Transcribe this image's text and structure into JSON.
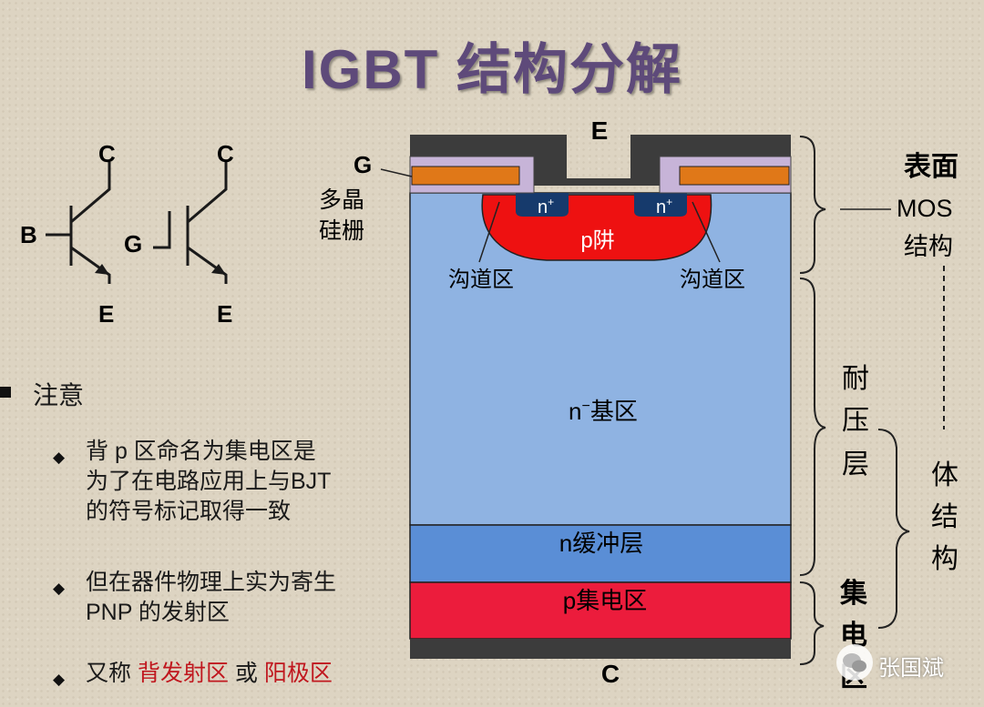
{
  "title": "IGBT 结构分解",
  "symbols": {
    "sym1": {
      "c": "C",
      "b": "B",
      "e": "E"
    },
    "sym2": {
      "c": "C",
      "g": "G",
      "e": "E"
    }
  },
  "notes": {
    "heading": "注意",
    "items": [
      {
        "line1": "背 p 区命名为集电区是",
        "line2": "为了在电路应用上与BJT",
        "line3": "的符号标记取得一致"
      },
      {
        "line1": "但在器件物理上实为寄生",
        "line2": "PNP 的发射区"
      },
      {
        "prefix": "又称 ",
        "hl1": "背发射区",
        "mid": " 或 ",
        "hl2": "阳极区"
      }
    ]
  },
  "structure": {
    "top_label": "E",
    "bottom_label": "C",
    "gate_label": "G",
    "poly_label_1": "多晶",
    "poly_label_2": "硅栅",
    "n_plus": "n",
    "n_plus_sup": "+",
    "p_well": "p阱",
    "channel_left": "沟道区",
    "channel_right": "沟道区",
    "n_base": "n",
    "n_base_sup": "−",
    "n_base_suffix": "基区",
    "buffer": "n缓冲层",
    "collector": "p集电区"
  },
  "annotations": {
    "surface": "表面",
    "mos": "MOS",
    "structure_word": "结构",
    "withstand": [
      "耐",
      "压",
      "层"
    ],
    "body": [
      "体",
      "结",
      "构"
    ],
    "collector": [
      "集",
      "电",
      "区"
    ]
  },
  "watermark": "张国斌",
  "colors": {
    "title": "#5e4a7a",
    "metal": "#3c3c3c",
    "gate_poly": "#e07818",
    "oxide": "#c7b4d8",
    "n_base": "#8fb3e2",
    "buffer": "#5a8ed6",
    "collector": "#ec1c3c",
    "p_well": "#ee1111",
    "n_plus": "#163a6c",
    "highlight_text": "#c0171e"
  }
}
